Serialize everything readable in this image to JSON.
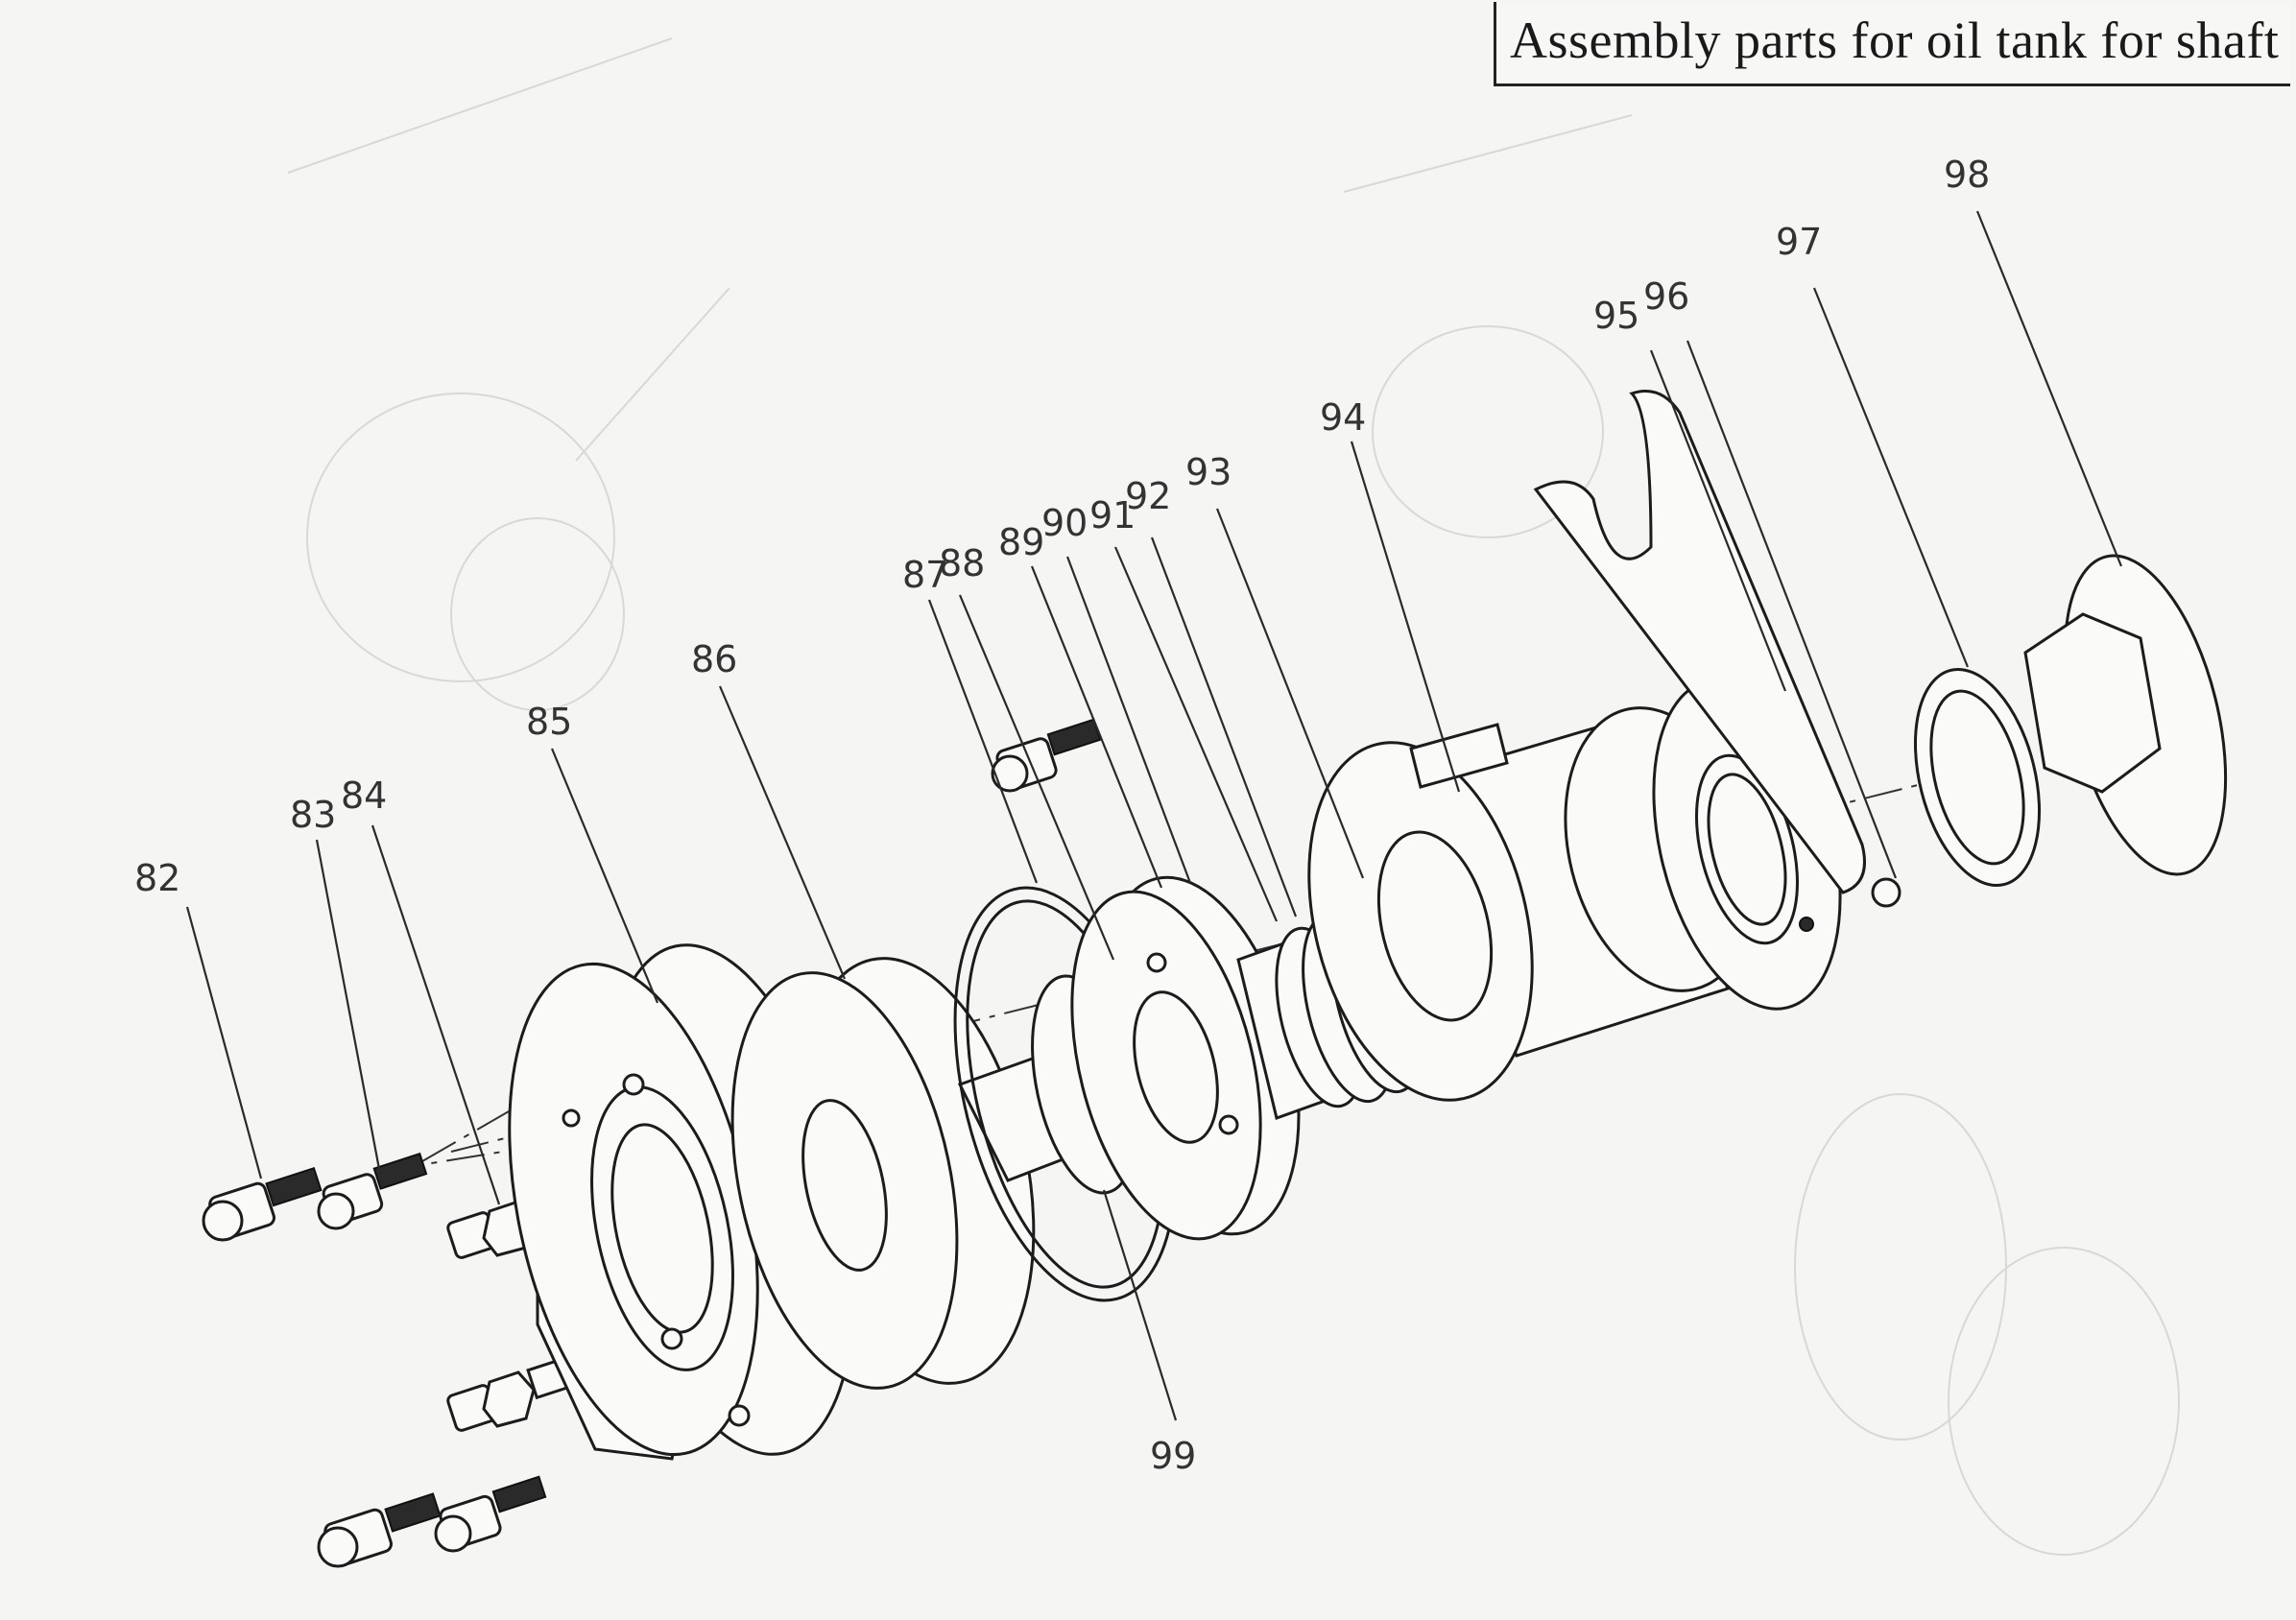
{
  "title": "Assembly parts for oil tank for shaft Ⅲ",
  "part_labels": [
    "82",
    "83",
    "84",
    "85",
    "86",
    "87",
    "88",
    "89",
    "90",
    "91",
    "92",
    "93",
    "94",
    "95",
    "96",
    "97",
    "98",
    "99"
  ]
}
